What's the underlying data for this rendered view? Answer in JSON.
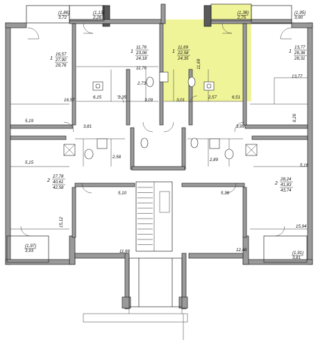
{
  "apartments": [
    {
      "id": "a1",
      "rooms": "1",
      "living": "16,57",
      "usable": "27,90",
      "total": "29,76"
    },
    {
      "id": "a2",
      "rooms": "1",
      "living": "11,76",
      "usable": "23,06",
      "total": "24,18"
    },
    {
      "id": "a3",
      "rooms": "1",
      "living": "11,69",
      "usable": "22,58",
      "total": "24,35",
      "highlighted": true
    },
    {
      "id": "a4",
      "rooms": "1",
      "living": "13,77",
      "usable": "26,36",
      "total": "28,31"
    },
    {
      "id": "a5",
      "rooms": "2",
      "living": "27,78",
      "usable": "40,61",
      "total": "42,58"
    },
    {
      "id": "a6",
      "rooms": "2",
      "living": "28,24",
      "usable": "41,83",
      "total": "43,74"
    }
  ],
  "balconies": [
    {
      "id": "b1",
      "a": "(1,86)",
      "b": "3,72"
    },
    {
      "id": "b2",
      "a": "(1,13)",
      "b": "2,26"
    },
    {
      "id": "b3",
      "a": "(1,38)",
      "b": "2,75"
    },
    {
      "id": "b4",
      "a": "(1,95)",
      "b": "3,90"
    },
    {
      "id": "b5",
      "a": "(1,97)",
      "b": "3,93"
    },
    {
      "id": "b6",
      "a": "(1,91)",
      "b": "3,81"
    }
  ],
  "rooms": {
    "r1": "16,57",
    "r2": "11,76",
    "r3": "11,69",
    "r4": "13,77",
    "r5": "6,15",
    "r6": "2,35",
    "r7": "2,73",
    "r8": "3,09",
    "r9": "3,01",
    "r10": "2,57",
    "r11": "6,51",
    "r12": "5,19",
    "r13": "3,81",
    "r14": "3,99",
    "r15": "6,26",
    "r16": "5,15",
    "r17": "2,58",
    "r18": "2,89",
    "r19": "5,16",
    "r20": "5,10",
    "r21": "5,38",
    "r22": "15,12",
    "r23": "15,94",
    "r24": "11,66",
    "r25": "12,46"
  }
}
